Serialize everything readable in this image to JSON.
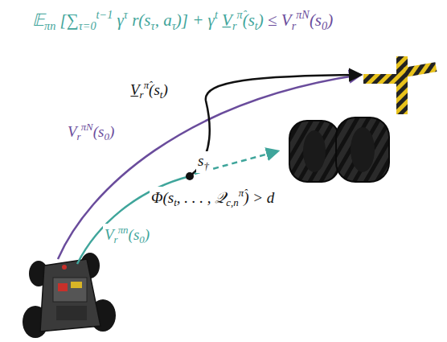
{
  "diagram": {
    "labels": [
      "𝔼πn [∑τ=0t−1 γτ r(sτ, aτ)] + γt V̲rπ̂(st) ≤ VrπN(s0)",
      "V̲rπ̂(st)",
      "VrπN(s0)",
      "s†",
      "Φ(st, . . . , 𝒬c,nπ̂) > d",
      "Vrπn(s0)"
    ]
  }
}
